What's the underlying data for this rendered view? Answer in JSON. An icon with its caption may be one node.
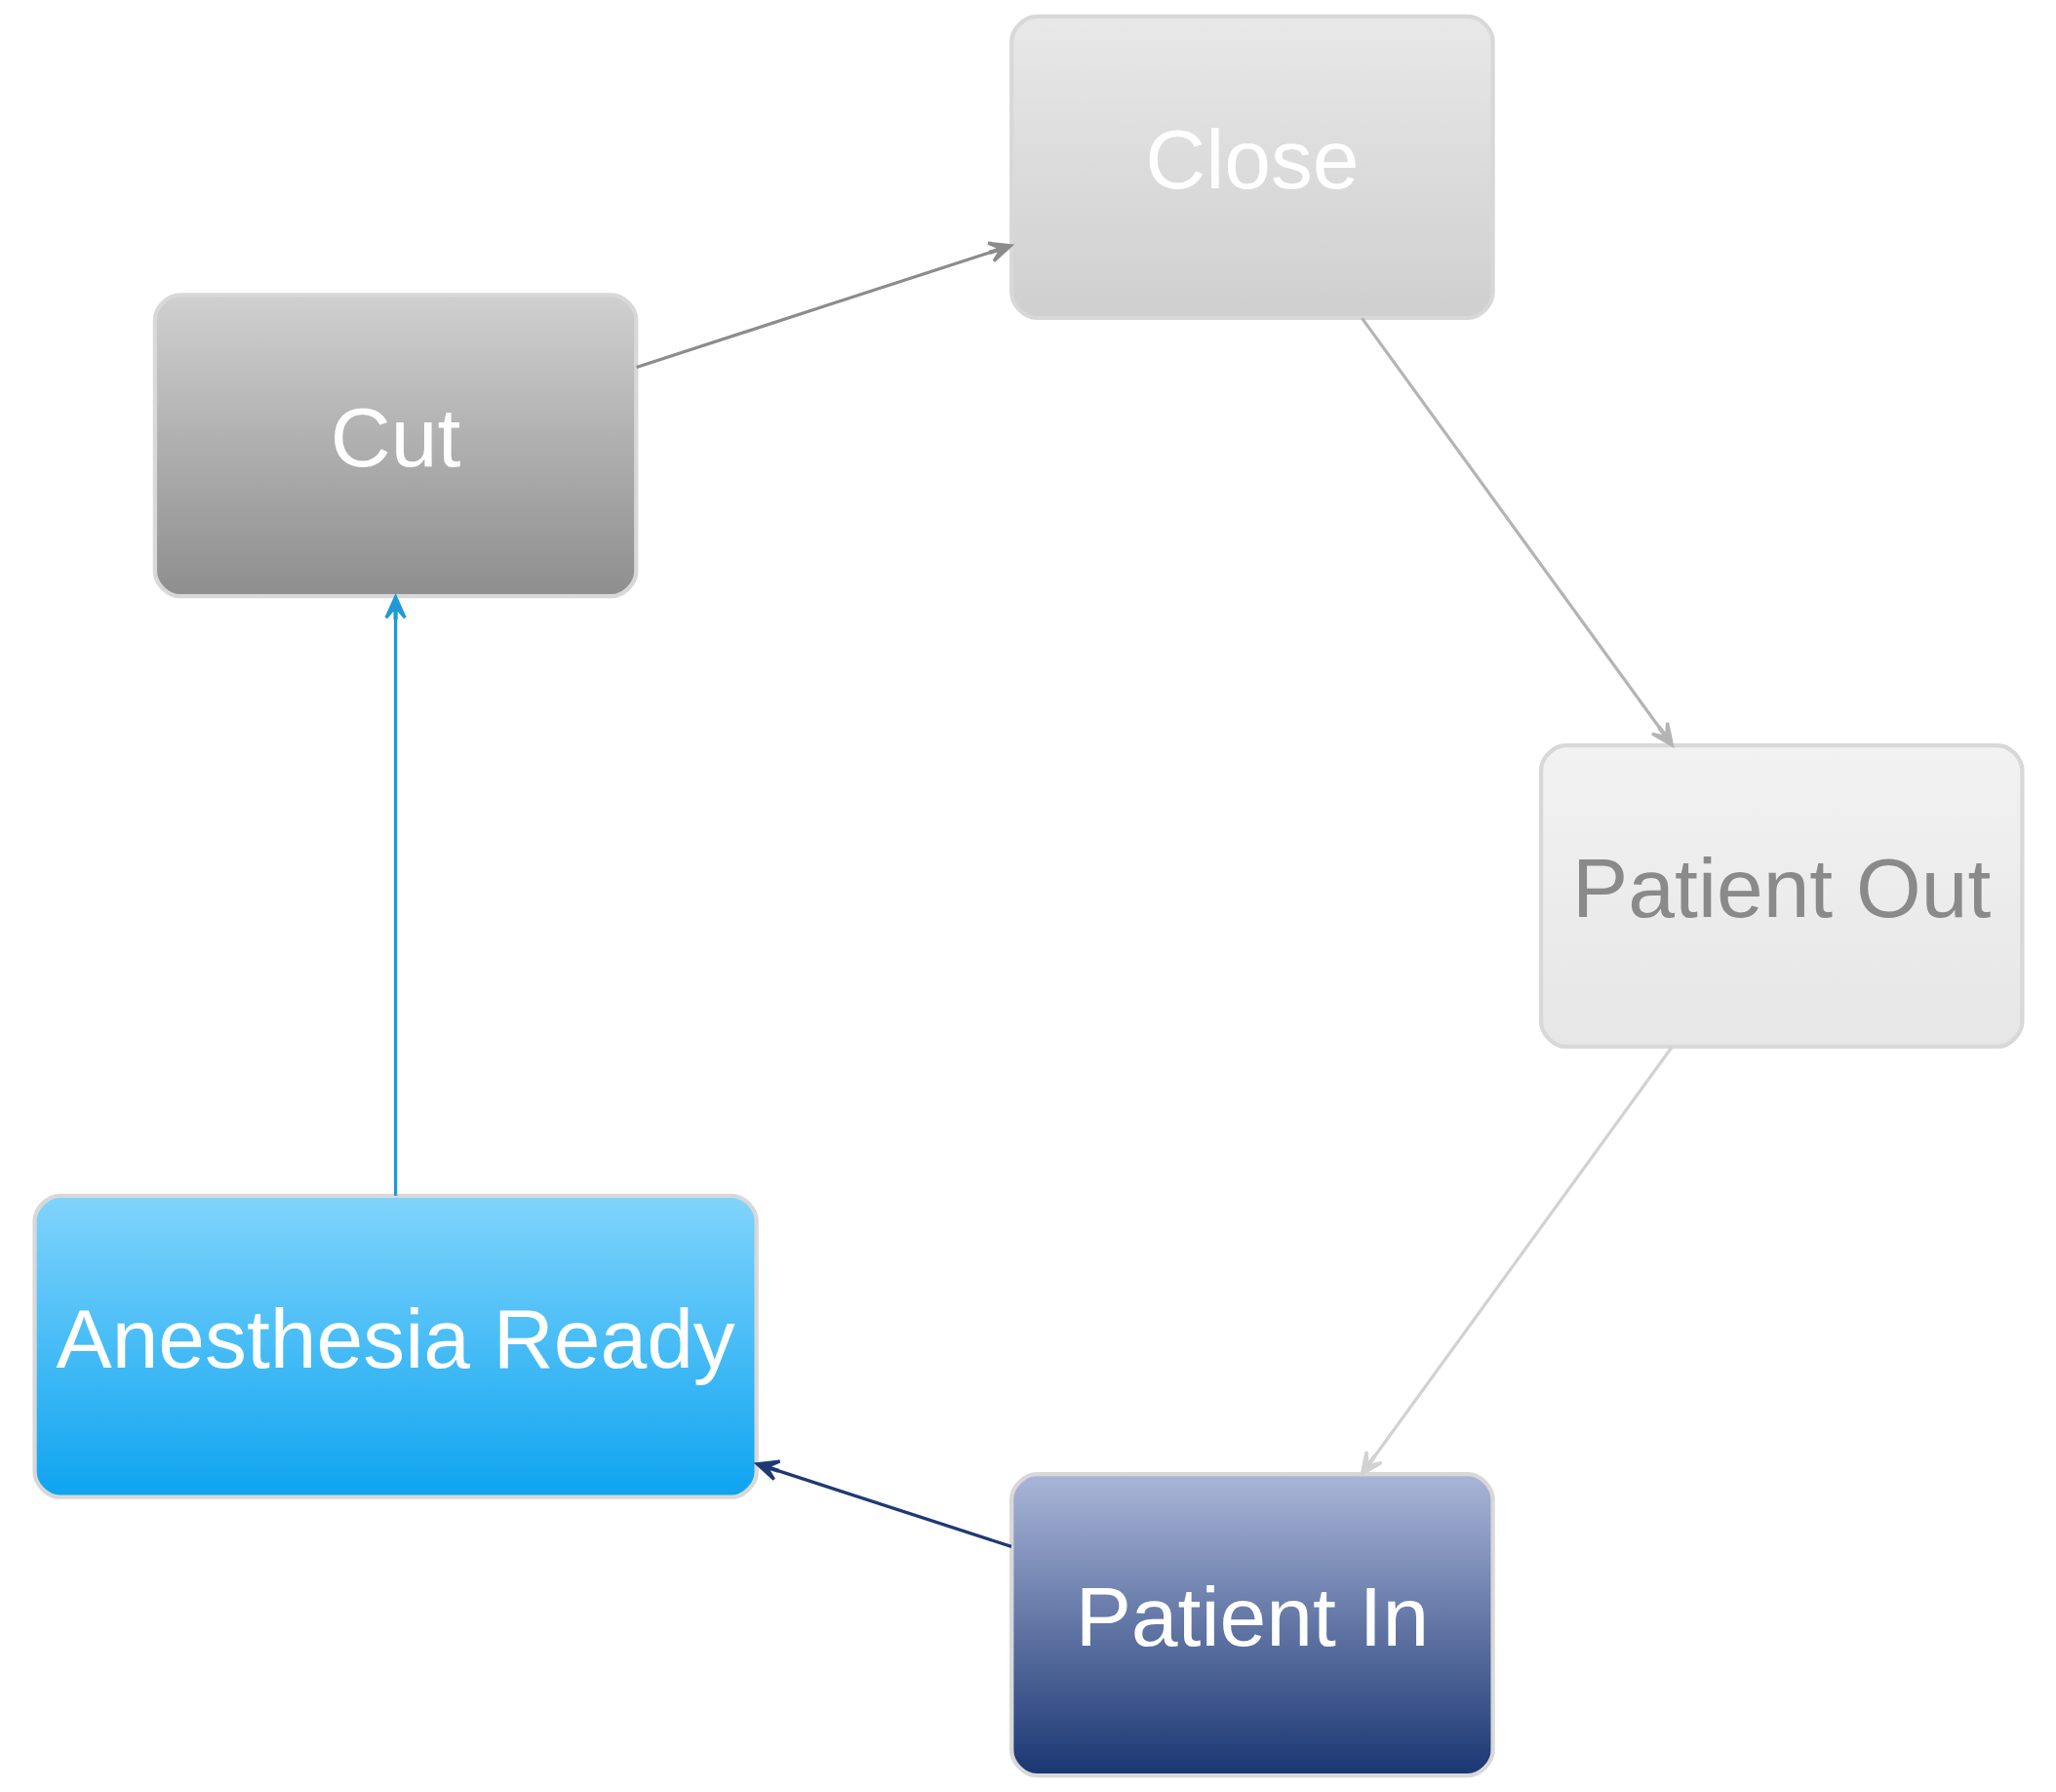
{
  "diagram": {
    "nodes": [
      {
        "text": [
          "Patient In"
        ]
      },
      {
        "text": [
          "Anesthesia Ready"
        ]
      },
      {
        "text": [
          "Cut"
        ]
      },
      {
        "text": [
          "Close"
        ]
      },
      {
        "text": [
          "Patient Out"
        ]
      }
    ],
    "edges": [
      {
        "from": 0,
        "to": 1,
        "arrow": "to",
        "color": "#1f3a73"
      },
      {
        "from": 1,
        "to": 2,
        "arrow": "to",
        "color": "#1e9ad6"
      },
      {
        "from": 2,
        "to": 3,
        "arrow": "to",
        "color": "#8c8c8c"
      },
      {
        "from": 3,
        "to": 4,
        "arrow": "to",
        "color": "#b4b4b4"
      },
      {
        "from": 4,
        "to": 0,
        "arrow": "to",
        "color": "#d2d2d2"
      }
    ]
  }
}
